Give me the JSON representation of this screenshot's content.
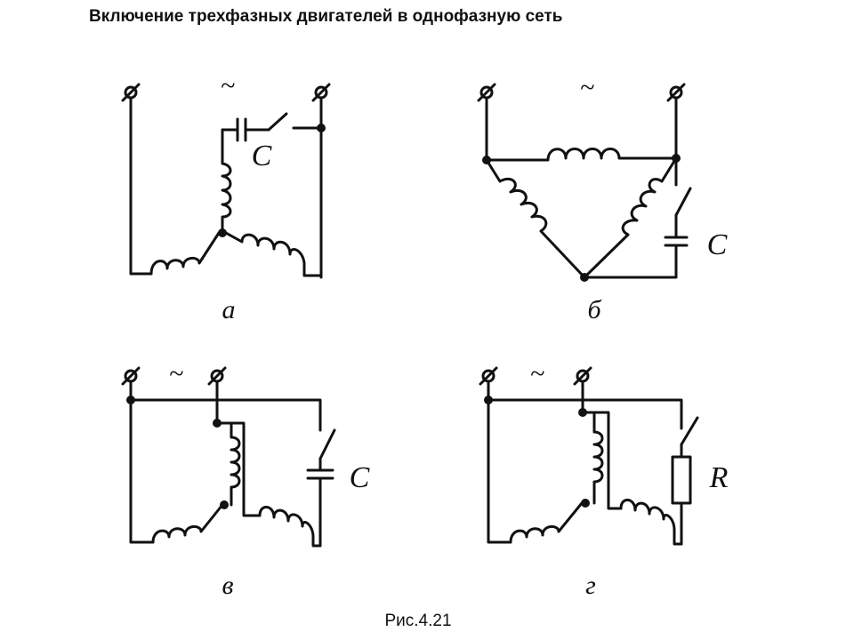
{
  "title": "Включение трехфазных двигателей в однофазную сеть",
  "caption": "Рис.4.21",
  "diagrams": {
    "a": {
      "label": "а",
      "ac": "~",
      "component": "C"
    },
    "b": {
      "label": "б",
      "ac": "~",
      "component": "C"
    },
    "v": {
      "label": "в",
      "ac": "~",
      "component": "C"
    },
    "g": {
      "label": "г",
      "ac": "~",
      "component": "R"
    }
  }
}
